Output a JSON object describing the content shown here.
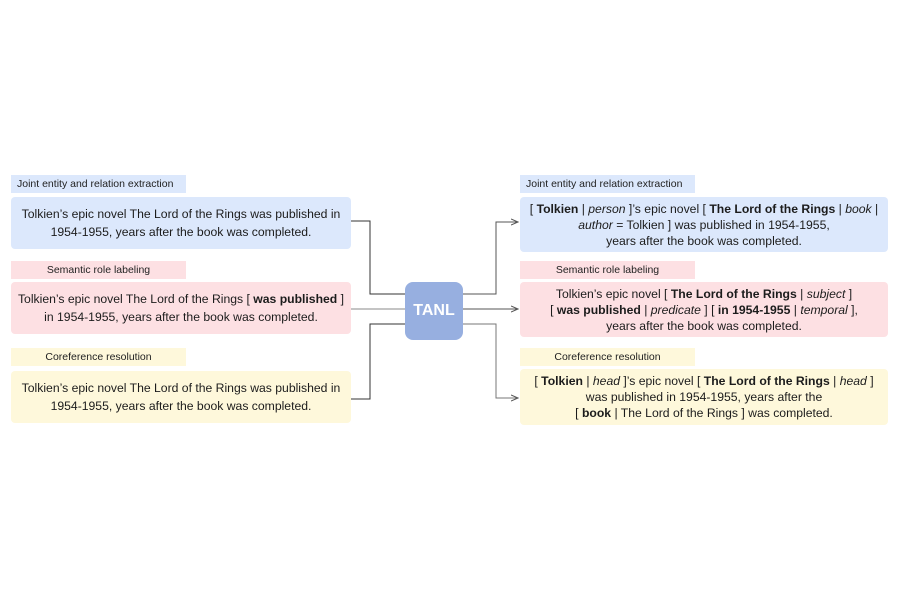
{
  "center": {
    "label": "TANL"
  },
  "colors": {
    "blue": "#dce8fc",
    "pink": "#fde0e3",
    "yellow": "#fef8db",
    "tanl": "#97afe0"
  },
  "inputs": [
    {
      "task": "Joint entity and relation extraction",
      "lines": [
        "Tolkien’s epic novel The Lord of the Rings was published in",
        "1954-1955, years after the book was completed."
      ]
    },
    {
      "task": "Semantic role labeling",
      "line1": {
        "pre": "Tolkien’s epic novel The Lord of the Rings [ ",
        "bold": "was published",
        "post": " ]"
      },
      "line2": "in 1954-1955, years after the book was completed."
    },
    {
      "task": "Coreference resolution",
      "lines": [
        "Tolkien’s epic novel The Lord of the Rings was published in",
        "1954-1955, years after the book was completed."
      ]
    }
  ],
  "outputs": [
    {
      "task": "Joint entity and relation extraction",
      "l1": {
        "a": "[ ",
        "b1": "Tolkien",
        "c": " | ",
        "i1": "person",
        "d": " ]’s epic novel [ ",
        "b2": "The Lord of the Rings",
        "e": " | ",
        "i2": "book",
        "f": " |"
      },
      "l2": {
        "i1": "author",
        "a": " = Tolkien ] was published in 1954-1955,"
      },
      "l3": "years after the book was completed."
    },
    {
      "task": "Semantic role labeling",
      "l1": {
        "a": "Tolkien’s epic novel [ ",
        "b1": "The Lord of the Rings",
        "c": " | ",
        "i1": "subject",
        "d": " ]"
      },
      "l2": {
        "a": "[ ",
        "b1": "was published",
        "c": " | ",
        "i1": "predicate",
        "d": " ] [ ",
        "b2": "in 1954-1955",
        "e": " | ",
        "i2": "temporal",
        "f": " ],"
      },
      "l3": "years after the book was completed."
    },
    {
      "task": "Coreference resolution",
      "l1": {
        "a": "[ ",
        "b1": "Tolkien",
        "c": " | ",
        "i1": "head",
        "d": " ]’s epic novel [ ",
        "b2": "The Lord of the Rings",
        "e": " | ",
        "i2": "head",
        "f": " ]"
      },
      "l2": "was published in 1954-1955, years after the",
      "l3": {
        "a": "[ ",
        "b1": "book",
        "c": " | The Lord of the Rings ] was completed."
      }
    }
  ]
}
